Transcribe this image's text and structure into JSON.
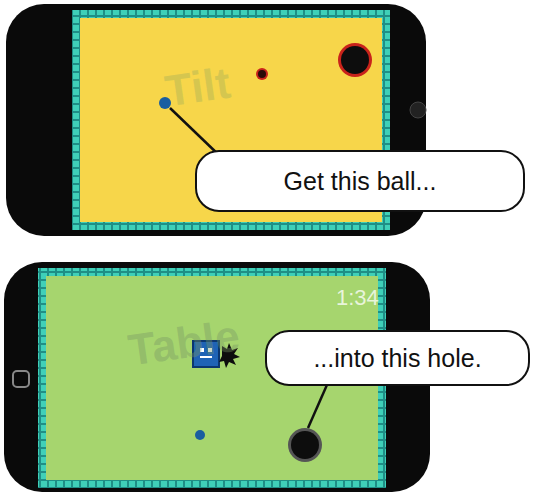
{
  "diagram": {
    "nodes": [
      {
        "text": [
          "Get this ball..."
        ]
      },
      {
        "text": [
          "...into this hole."
        ]
      }
    ],
    "labels": [
      "Tilt",
      "Table",
      "1:34"
    ]
  }
}
